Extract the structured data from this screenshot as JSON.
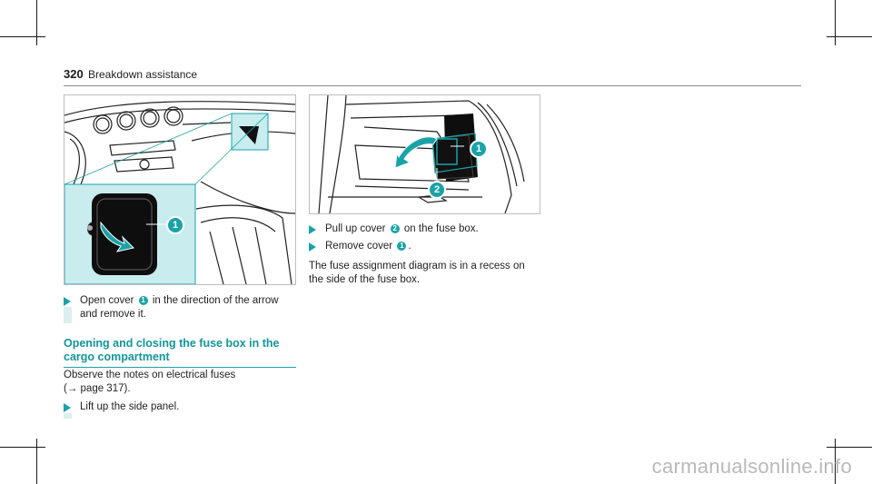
{
  "header": {
    "page_number": "320",
    "section": "Breakdown assistance"
  },
  "figure_left": {
    "callout_1": "1"
  },
  "figure_right": {
    "callout_1": "1",
    "callout_2": "2"
  },
  "left_column": {
    "step1": {
      "pre": "Open cover",
      "ref": "1",
      "post": "in the direction of the arrow",
      "line2": "and remove it."
    },
    "heading": {
      "line1": "Opening and closing the fuse box in the",
      "line2": "cargo compartment"
    },
    "para": {
      "line1": "Observe the notes on electrical fuses",
      "line2": "(→ page 317)."
    },
    "step2": {
      "text": "Lift up the side panel."
    }
  },
  "right_column": {
    "step1": {
      "pre": "Pull up cover",
      "ref": "2",
      "post": "on the fuse box."
    },
    "step2": {
      "pre": "Remove cover",
      "ref": "1",
      "post": "."
    },
    "para": {
      "line1": "The fuse assignment diagram is in a recess on",
      "line2": "the side of the fuse box."
    }
  },
  "footer": {
    "watermark": "carmanualsonline.info"
  },
  "colors": {
    "accent": "#19a3a8",
    "panel": "#c9ecef",
    "text": "#1a1a1a"
  }
}
